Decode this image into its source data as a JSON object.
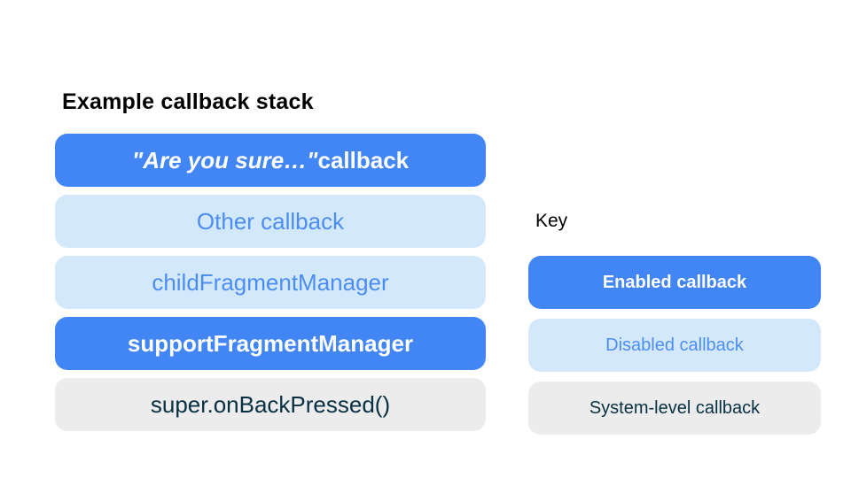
{
  "stack": {
    "title": "Example callback stack",
    "items": [
      {
        "label_italic": "\"Are you sure…\"",
        "label_rest": " callback",
        "type": "enabled"
      },
      {
        "label": "Other callback",
        "type": "disabled"
      },
      {
        "label": "childFragmentManager",
        "type": "disabled"
      },
      {
        "label": "supportFragmentManager",
        "type": "enabled"
      },
      {
        "label": "super.onBackPressed()",
        "type": "system"
      }
    ]
  },
  "key": {
    "title": "Key",
    "items": [
      {
        "label": "Enabled callback",
        "type": "enabled"
      },
      {
        "label": "Disabled callback",
        "type": "disabled"
      },
      {
        "label": "System-level callback",
        "type": "system"
      }
    ]
  },
  "colors": {
    "enabled_bg": "#4285F4",
    "enabled_text": "#FFFFFF",
    "disabled_bg": "#D3E9FB",
    "disabled_text": "#4C8DF5",
    "system_bg": "#ECECEC",
    "system_text": "#073042",
    "heading_text": "#000000",
    "page_bg": "#FFFFFF"
  }
}
